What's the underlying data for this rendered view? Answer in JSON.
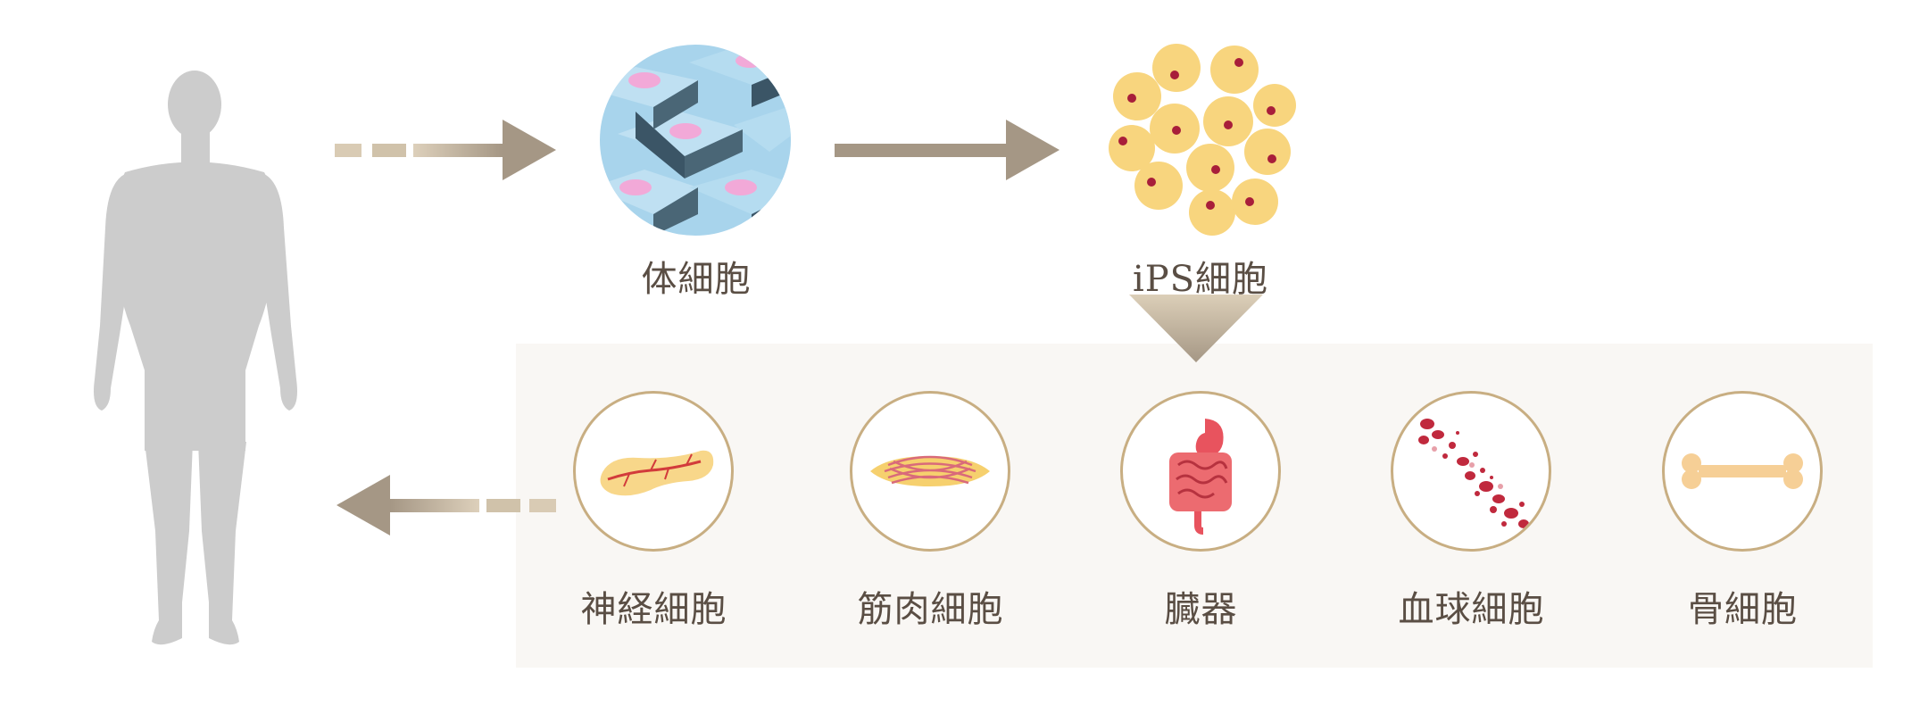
{
  "diagram": {
    "top_row": {
      "somatic_label": "体細胞",
      "ips_label": "iPS細胞"
    },
    "differentiated": [
      {
        "label": "神経細胞",
        "icon": "pancreas-icon"
      },
      {
        "label": "筋肉細胞",
        "icon": "muscle-icon"
      },
      {
        "label": "臓器",
        "icon": "intestine-icon"
      },
      {
        "label": "血球細胞",
        "icon": "blood-cells-icon"
      },
      {
        "label": "骨細胞",
        "icon": "bone-icon"
      }
    ],
    "colors": {
      "arrow": "#a59785",
      "arrow_light": "#d7c9b1",
      "circle_border": "#c8ae82",
      "panel_bg": "#f9f7f4",
      "human": "#cccccc",
      "label_text": "#5a4e44"
    }
  }
}
